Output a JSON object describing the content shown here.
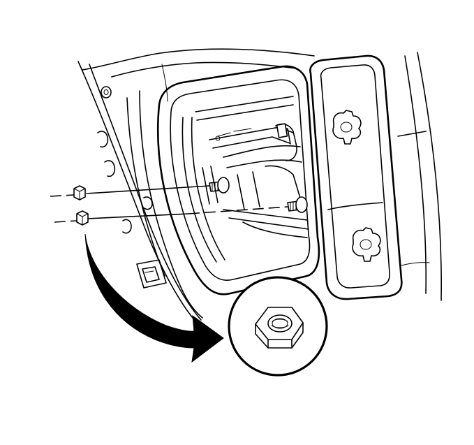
{
  "diagram": {
    "style": "monochrome line illustration",
    "stroke_color": "#000000",
    "background": "#ffffff",
    "parts": [
      "door-inner-panel",
      "access-opening",
      "window-regulator-mechanism",
      "mounting-bracket",
      "mounting-studs",
      "nuts",
      "callout-arrow",
      "nut-detail-view"
    ]
  }
}
